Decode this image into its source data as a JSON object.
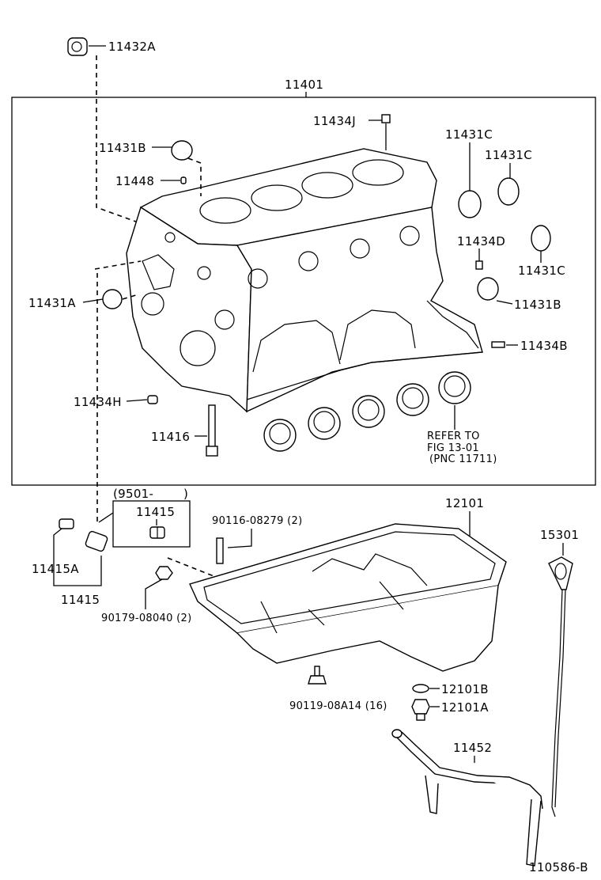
{
  "labels": {
    "p11432A": "11432A",
    "p11401": "11401",
    "p11434J": "11434J",
    "p11431B_top": "11431B",
    "p11448": "11448",
    "p11431C_1": "11431C",
    "p11431C_2": "11431C",
    "p11431C_3": "11431C",
    "p11434D": "11434D",
    "p11431A": "11431A",
    "p11431B_right": "11431B",
    "p11434B": "11434B",
    "p11434H": "11434H",
    "p11416": "11416",
    "refer1": "REFER TO",
    "refer2": "FIG 13-01",
    "refer3": "(PNC 11711)",
    "p9501": "(9501-",
    "p9501_close": ")",
    "p11415_inner": "11415",
    "p90116": "90116-08279 (2)",
    "p12101": "12101",
    "p15301": "15301",
    "p11415A": "11415A",
    "p11415": "11415",
    "p90179": "90179-08040 (2)",
    "p12101B": "12101B",
    "p90119": "90119-08A14 (16)",
    "p12101A": "12101A",
    "p11452": "11452",
    "figure_id": "110586-B"
  }
}
